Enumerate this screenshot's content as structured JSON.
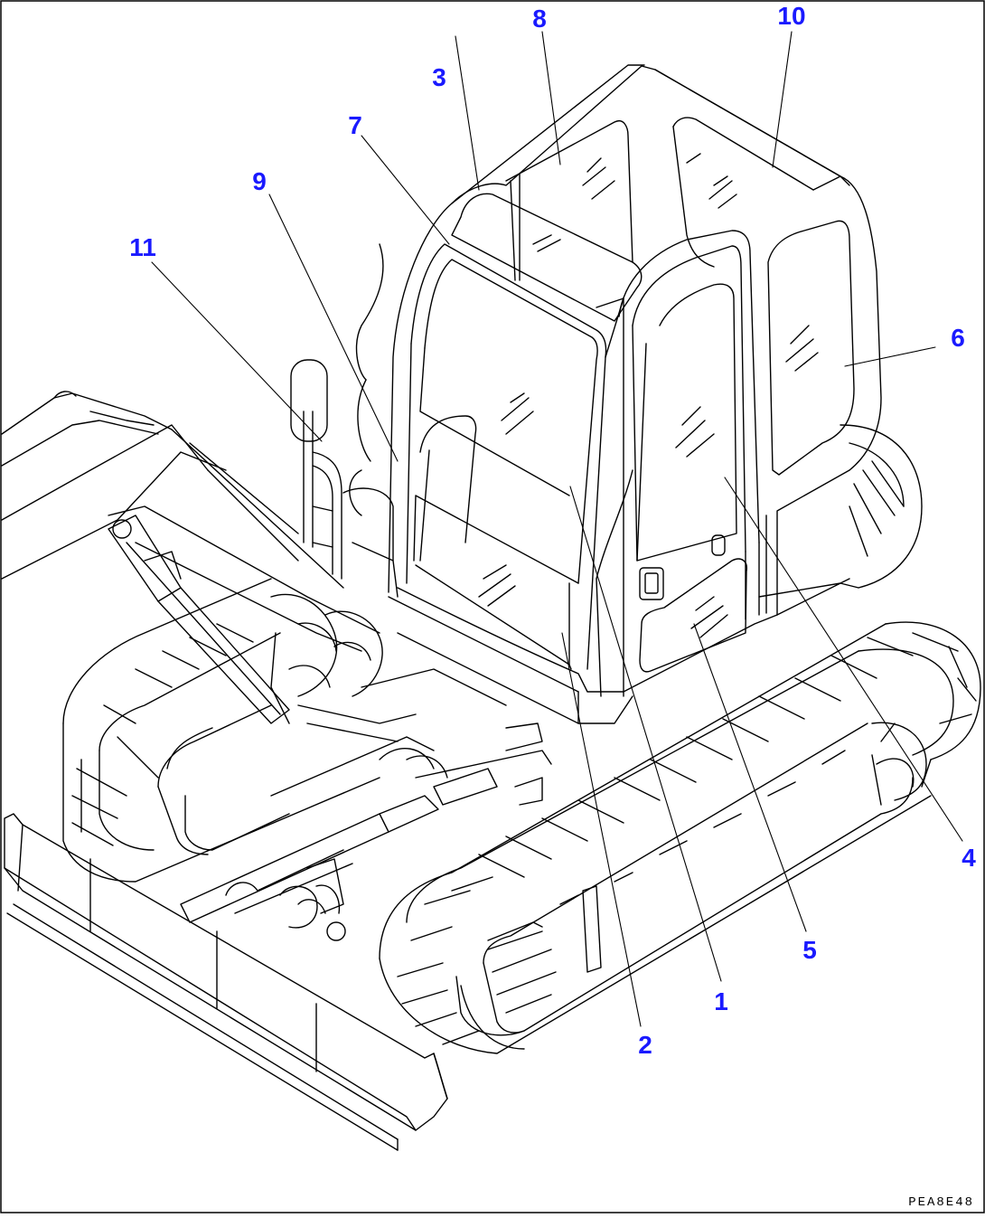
{
  "diagram": {
    "callouts": [
      {
        "id": "1",
        "label": "1"
      },
      {
        "id": "2",
        "label": "2"
      },
      {
        "id": "3",
        "label": "3"
      },
      {
        "id": "4",
        "label": "4"
      },
      {
        "id": "5",
        "label": "5"
      },
      {
        "id": "6",
        "label": "6"
      },
      {
        "id": "7",
        "label": "7"
      },
      {
        "id": "8",
        "label": "8"
      },
      {
        "id": "9",
        "label": "9"
      },
      {
        "id": "10",
        "label": "10"
      },
      {
        "id": "11",
        "label": "11"
      }
    ],
    "drawing_code": "PEA8E48"
  },
  "colors": {
    "line": "#000000",
    "callout": "#1a1aff",
    "background": "#ffffff"
  }
}
